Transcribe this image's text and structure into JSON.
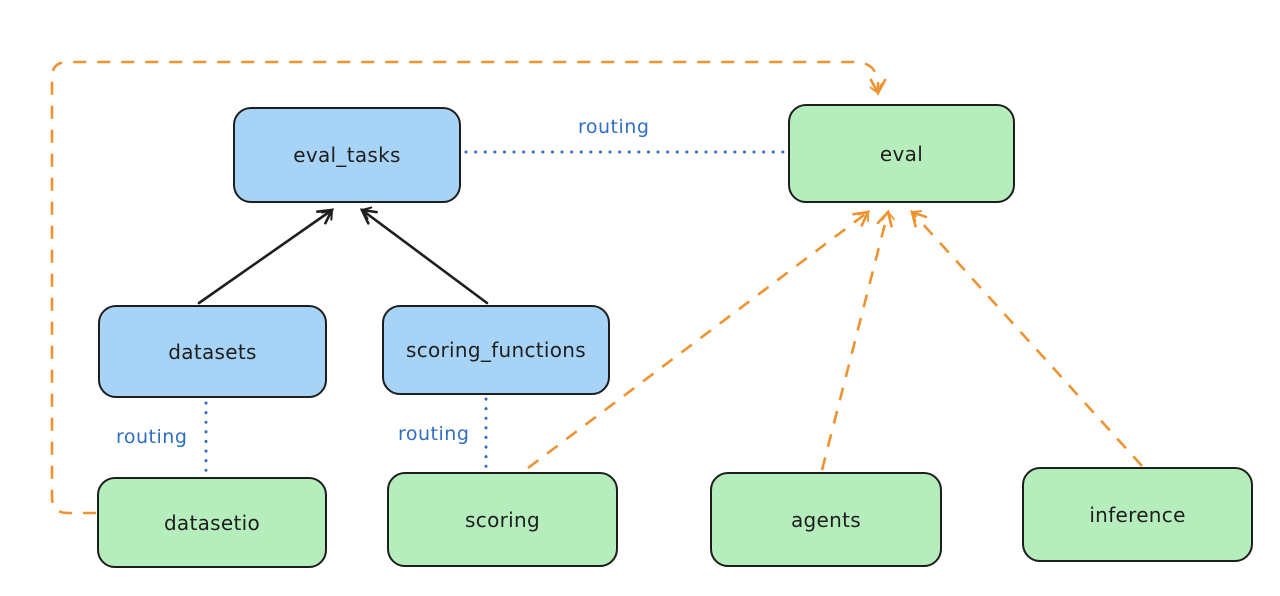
{
  "diagram": {
    "colors": {
      "node_blue_fill": "#a7d4f6",
      "node_green_fill": "#b5eebc",
      "node_stroke": "#1e1e1e",
      "routing_blue": "#2f6ec2",
      "orange": "#ef9330",
      "canvas_bg": "#ffffff"
    },
    "nodes": {
      "eval_tasks": {
        "label": "eval_tasks",
        "color": "blue"
      },
      "eval": {
        "label": "eval",
        "color": "green"
      },
      "datasets": {
        "label": "datasets",
        "color": "blue"
      },
      "scoring_functions": {
        "label": "scoring_functions",
        "color": "blue"
      },
      "datasetio": {
        "label": "datasetio",
        "color": "green"
      },
      "scoring": {
        "label": "scoring",
        "color": "green"
      },
      "agents": {
        "label": "agents",
        "color": "green"
      },
      "inference": {
        "label": "inference",
        "color": "green"
      }
    },
    "edges": {
      "eval_tasks_to_eval": {
        "label": "routing",
        "type": "dotted-blue",
        "from": "eval_tasks",
        "to": "eval"
      },
      "datasets_to_datasetio": {
        "label": "routing",
        "type": "dotted-blue",
        "from": "datasets",
        "to": "datasetio"
      },
      "scoring_functions_to_scoring": {
        "label": "routing",
        "type": "dotted-blue",
        "from": "scoring_functions",
        "to": "scoring"
      },
      "datasets_to_eval_tasks": {
        "type": "solid-black-arrow",
        "from": "datasets",
        "to": "eval_tasks"
      },
      "scoring_functions_to_eval_tasks": {
        "type": "solid-black-arrow",
        "from": "scoring_functions",
        "to": "eval_tasks"
      },
      "datasetio_to_eval": {
        "type": "dashed-orange-arrow",
        "from": "datasetio",
        "to": "eval"
      },
      "scoring_to_eval": {
        "type": "dashed-orange-arrow",
        "from": "scoring",
        "to": "eval"
      },
      "agents_to_eval": {
        "type": "dashed-orange-arrow",
        "from": "agents",
        "to": "eval"
      },
      "inference_to_eval": {
        "type": "dashed-orange-arrow",
        "from": "inference",
        "to": "eval"
      }
    }
  }
}
